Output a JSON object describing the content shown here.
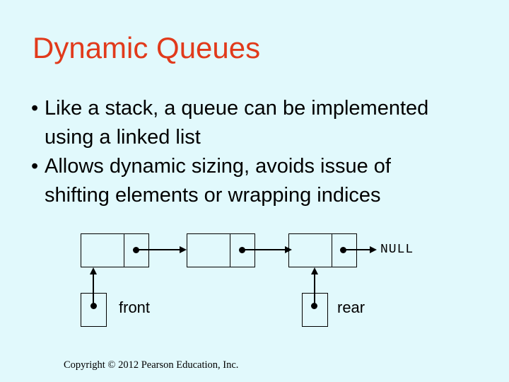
{
  "slide": {
    "title": "Dynamic Queues",
    "bullet_char": "•",
    "bullets": [
      {
        "line1": "Like a stack, a queue can be implemented",
        "line2": "using a linked list"
      },
      {
        "line1": "Allows dynamic sizing, avoids issue of",
        "line2": "shifting elements or wrapping indices"
      }
    ],
    "diagram": {
      "node_count": 3,
      "null_label": "NULL",
      "front_label": "front",
      "rear_label": "rear"
    },
    "footer": "Copyright © 2012 Pearson Education, Inc.",
    "colors": {
      "background": "#e1f9fc",
      "title": "#e13a1b",
      "text": "#000000"
    }
  }
}
